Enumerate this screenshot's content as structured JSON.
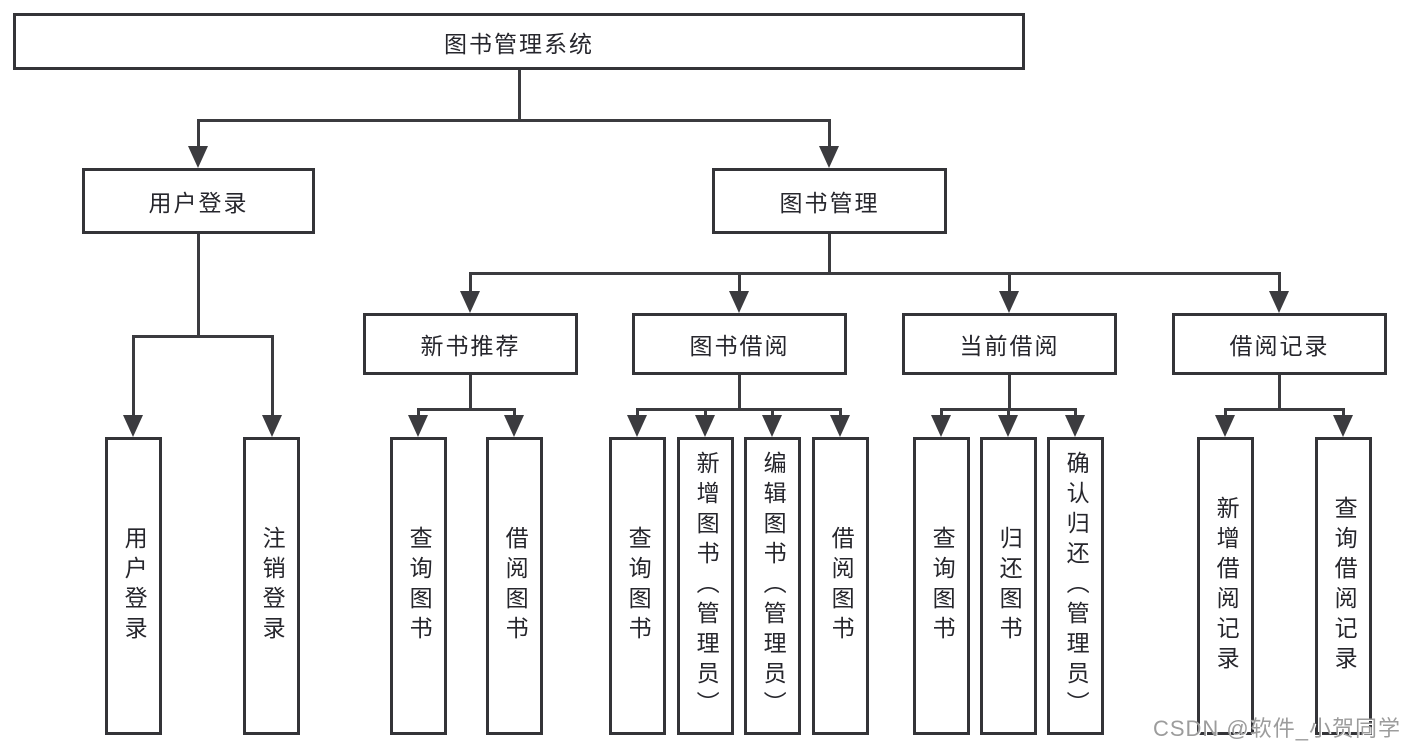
{
  "colors": {
    "background": "#ffffff",
    "line": "#3b3b3f",
    "box_border": "#343438",
    "text": "#26262c",
    "watermark": "#9c9c9c"
  },
  "tree": {
    "root": {
      "label": "图书管理系统"
    },
    "login": {
      "label": "用户登录",
      "children": [
        {
          "label": "用户登录"
        },
        {
          "label": "注销登录"
        }
      ]
    },
    "manage": {
      "label": "图书管理",
      "groups": [
        {
          "label": "新书推荐",
          "children": [
            {
              "label": "查询图书"
            },
            {
              "label": "借阅图书"
            }
          ]
        },
        {
          "label": "图书借阅",
          "children": [
            {
              "label": "查询图书"
            },
            {
              "label": "新增图书（管理员）"
            },
            {
              "label": "编辑图书（管理员）"
            },
            {
              "label": "借阅图书"
            }
          ]
        },
        {
          "label": "当前借阅",
          "children": [
            {
              "label": "查询图书"
            },
            {
              "label": "归还图书"
            },
            {
              "label": "确认归还（管理员）"
            }
          ]
        },
        {
          "label": "借阅记录",
          "children": [
            {
              "label": "新增借阅记录"
            },
            {
              "label": "查询借阅记录"
            }
          ]
        }
      ]
    }
  },
  "watermark": {
    "text": "CSDN @软件_小贺同学"
  }
}
